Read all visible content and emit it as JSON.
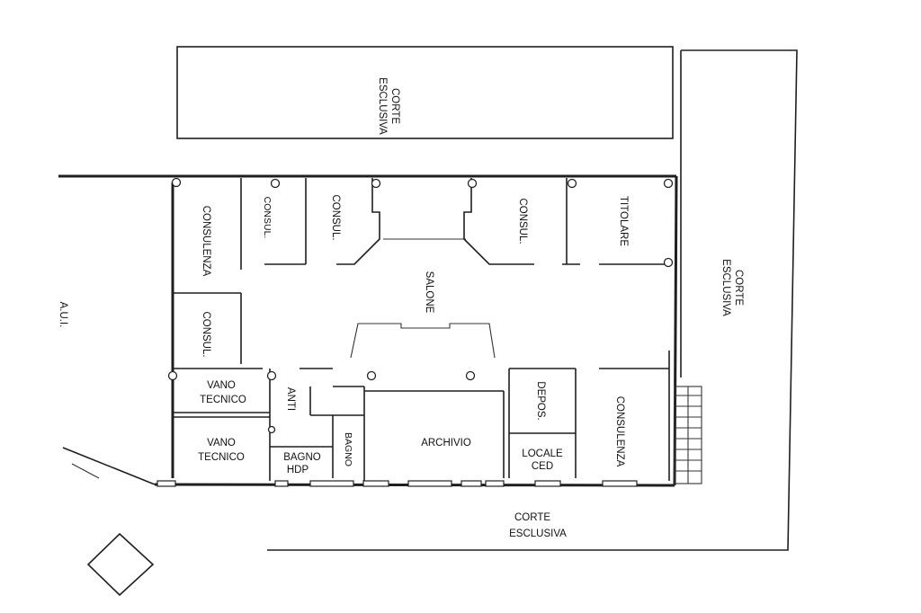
{
  "labels": {
    "corte_top_1": "CORTE",
    "corte_top_2": "ESCLUSIVA",
    "corte_right_1": "CORTE",
    "corte_right_2": "ESCLUSIVA",
    "corte_bottom_1": "CORTE",
    "corte_bottom_2": "ESCLUSIVA",
    "consulenza_left": "CONSULENZA",
    "consul_1": "CONSUL.",
    "consul_2": "CONSUL.",
    "consul_3": "CONSUL.",
    "consul_4": "CONSUL.",
    "titolare": "TITOLARE",
    "salone": "SALONE",
    "aui": "A.U.I.",
    "vano_tecnico_1a": "VANO",
    "vano_tecnico_1b": "TECNICO",
    "vano_tecnico_2a": "VANO",
    "vano_tecnico_2b": "TECNICO",
    "anti": "ANTI",
    "bagno_hdp_a": "BAGNO",
    "bagno_hdp_b": "HDP",
    "bagno": "BAGNO",
    "archivio": "ARCHIVIO",
    "depos": "DEPOS.",
    "locale_ced_a": "LOCALE",
    "locale_ced_b": "CED",
    "consulenza_right": "CONSULENZA"
  }
}
